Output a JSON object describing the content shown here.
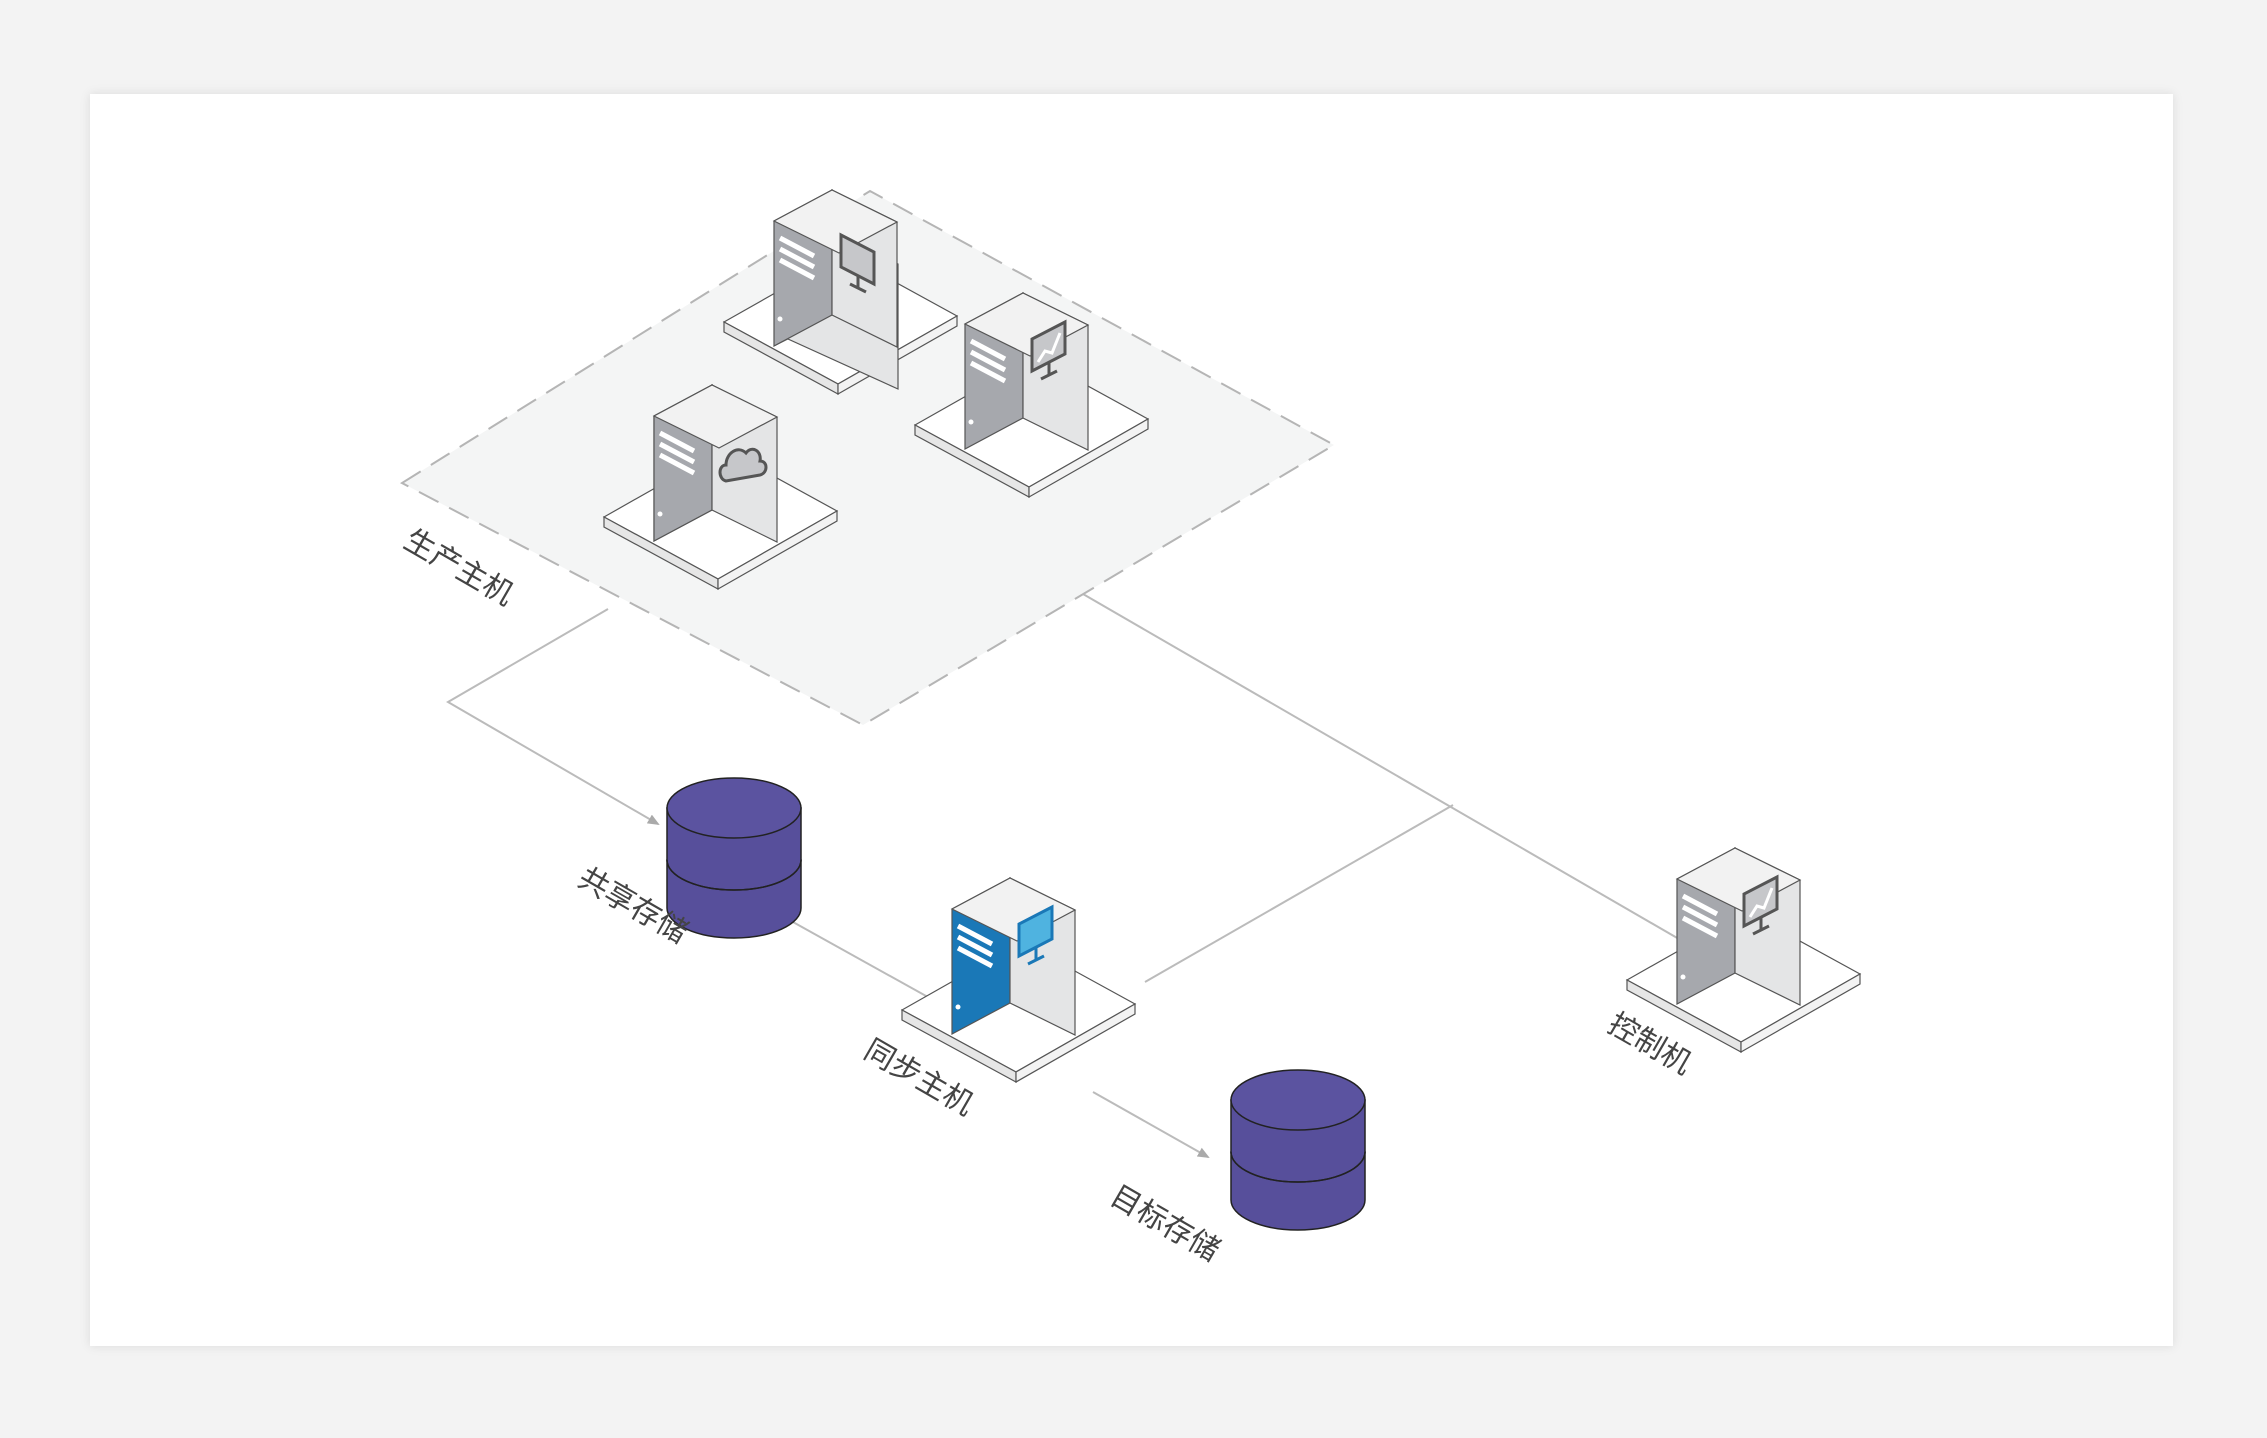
{
  "nodes": {
    "production_hosts": {
      "label": "生产主机"
    },
    "shared_storage": {
      "label": "共享存储"
    },
    "sync_host": {
      "label": "同步主机"
    },
    "target_storage": {
      "label": "目标存储"
    },
    "controller": {
      "label": "控制机"
    }
  },
  "icons": {
    "production_server_1": "monitor-icon",
    "production_server_2": "chart-monitor-icon",
    "production_server_3": "cloud-icon",
    "sync_server": "monitor-icon",
    "controller_server": "chart-monitor-icon"
  },
  "colors": {
    "server_gray_front": "#a6a8ad",
    "server_gray_side": "#e4e5e6",
    "server_accent_front": "#1a78b7",
    "storage_fill": "#574f9b",
    "group_fill": "#f4f5f5",
    "connector": "#bbbbbb"
  }
}
